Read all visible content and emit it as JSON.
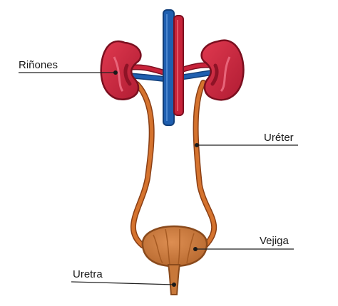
{
  "diagram": {
    "labels": {
      "kidneys": "Riñones",
      "ureter": "Uréter",
      "bladder": "Vejiga",
      "urethra": "Uretra"
    },
    "colors": {
      "kidney": "#c7243a",
      "kidney_dark": "#8e1326",
      "artery": "#c8233a",
      "vein": "#1f5fb0",
      "ureter": "#d5732e",
      "bladder": "#c8783a",
      "leader_line": "#222222"
    }
  }
}
